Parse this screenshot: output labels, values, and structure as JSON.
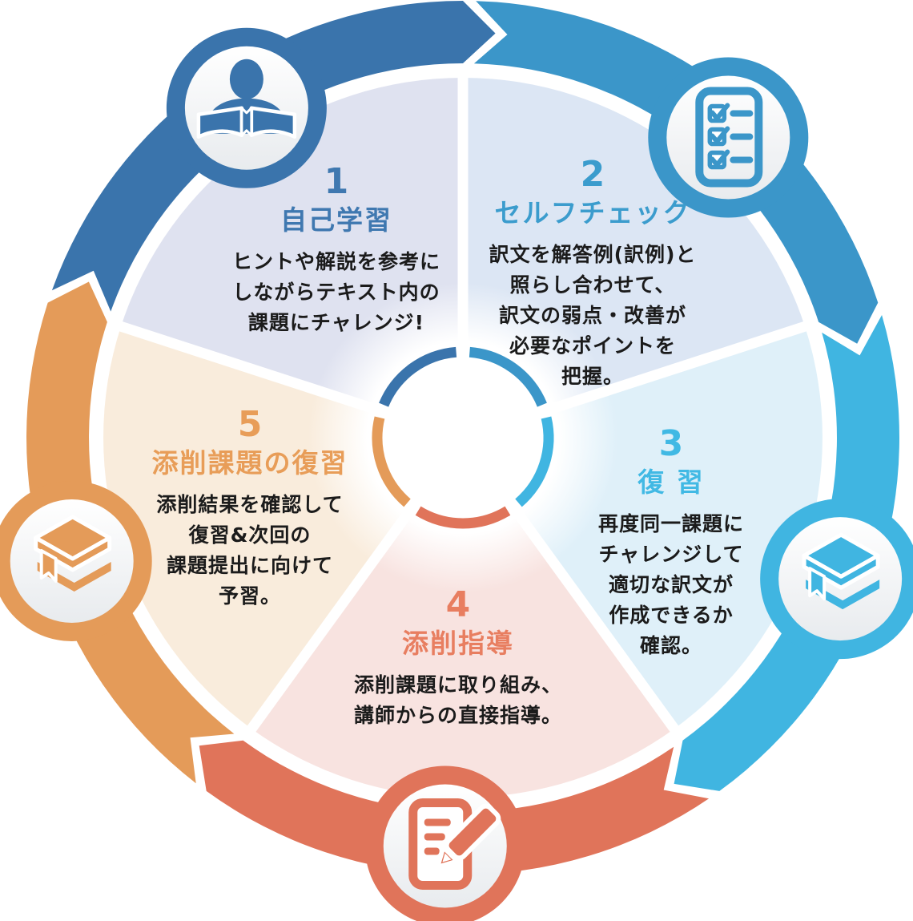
{
  "diagram": {
    "sections": [
      {
        "number": "1",
        "heading": "自己学習",
        "body_lines": [
          "ヒントや解説を参考に",
          "しながらテキスト内の",
          "課題にチャレンジ!"
        ],
        "icon": "reader-icon",
        "colors": {
          "arc": "#3a74ac",
          "heading": "#3f78b0",
          "wedge": "#dfe2f0"
        }
      },
      {
        "number": "2",
        "heading": "セルフチェック",
        "body_lines": [
          "訳文を解答例(訳例)と",
          "照らし合わせて、",
          "訳文の弱点・改善が",
          "必要なポイントを",
          "把握。"
        ],
        "icon": "checklist-icon",
        "colors": {
          "arc": "#3b96c9",
          "heading": "#3b9ccd",
          "wedge": "#dce6f4"
        }
      },
      {
        "number": "3",
        "heading": "復 習",
        "body_lines": [
          "再度同一課題に",
          "チャレンジして",
          "適切な訳文が",
          "作成できるか",
          "確認。"
        ],
        "icon": "books-icon",
        "colors": {
          "arc": "#40b5e1",
          "heading": "#41b9e4",
          "wedge": "#dff0f9"
        }
      },
      {
        "number": "4",
        "heading": "添削指導",
        "body_lines": [
          "添削課題に取り組み、",
          "講師からの直接指導。"
        ],
        "icon": "edit-icon",
        "colors": {
          "arc": "#e0745a",
          "heading": "#e87e60",
          "wedge": "#f8e3e0"
        }
      },
      {
        "number": "5",
        "heading": "添削課題の復習",
        "body_lines": [
          "添削結果を確認して",
          "復習&次回の",
          "課題提出に向けて",
          "予習。"
        ],
        "icon": "books-icon",
        "colors": {
          "arc": "#e49b59",
          "heading": "#e89d58",
          "wedge": "#f9ecdc"
        }
      }
    ]
  }
}
